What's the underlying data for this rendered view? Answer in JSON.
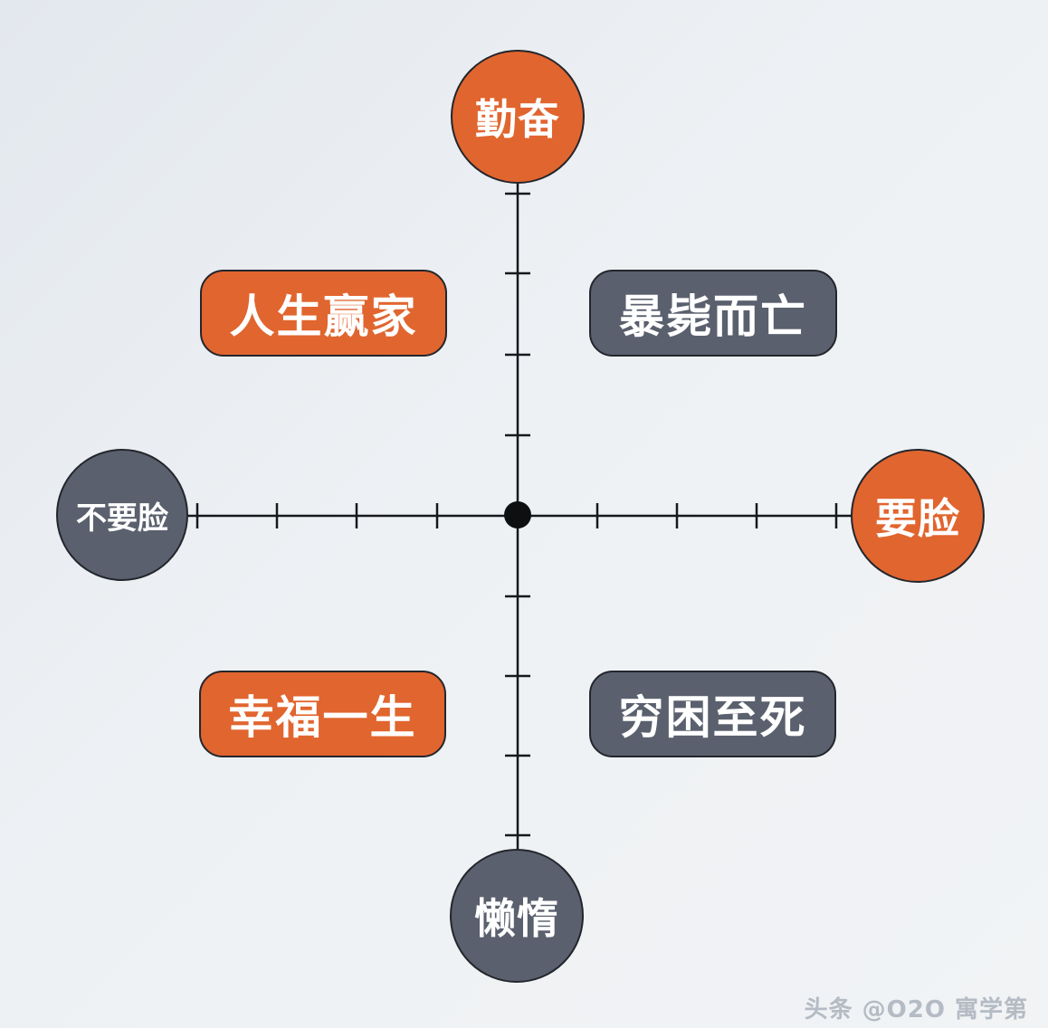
{
  "poles": {
    "top": "勤奋",
    "bottom": "懒惰",
    "left": "不要脸",
    "right": "要脸"
  },
  "quadrants": {
    "top_left": "人生赢家",
    "top_right": "暴毙而亡",
    "bottom_left": "幸福一生",
    "bottom_right": "穷困至死"
  },
  "watermark": "头条 @O2O 寓学第",
  "colors": {
    "accent_orange": "#e1652f",
    "slate": "#5a606d",
    "axis": "#16181c",
    "background": "#eef1f4"
  }
}
